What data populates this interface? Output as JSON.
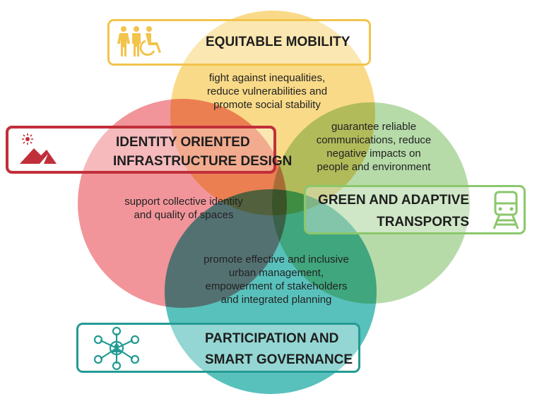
{
  "sections": {
    "mobility": {
      "title": "EQUITABLE MOBILITY",
      "desc": [
        "fight against inequalities,",
        "reduce vulnerabilities and",
        "promote social stability"
      ],
      "color": "#f2c44c",
      "icon": "people-wheelchair-icon"
    },
    "identity": {
      "title": [
        "IDENTITY ORIENTED",
        "INFRASTRUCTURE DESIGN"
      ],
      "desc": [
        "support collective identity",
        "and quality of spaces"
      ],
      "color": "#c12f3a",
      "icon": "landscape-sun-icon"
    },
    "green": {
      "title": [
        "GREEN AND ADAPTIVE",
        "TRANSPORTS"
      ],
      "desc": [
        "guarantee reliable",
        "communications, reduce",
        "negative impacts on",
        "people and environment"
      ],
      "color": "#8bc76b",
      "icon": "train-icon"
    },
    "participation": {
      "title": [
        "PARTICIPATION AND",
        "SMART GOVERNANCE"
      ],
      "desc": [
        "promote effective and inclusive",
        "urban management,",
        "empowerment of stakeholders",
        "and integrated planning"
      ],
      "color": "#239b94",
      "icon": "network-people-icon"
    }
  }
}
